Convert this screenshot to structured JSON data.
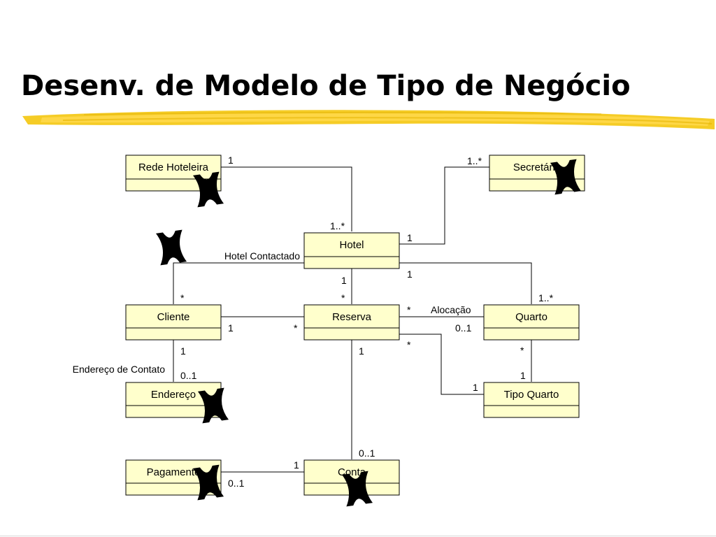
{
  "slide": {
    "title": "Desenv. de Modelo de Tipo de Negócio"
  },
  "colors": {
    "class_fill": "#ffffcc",
    "brush_stroke": "#f3c300",
    "cross_mark": "#ee1111"
  },
  "classes": {
    "rede_hoteleira": "Rede Hoteleira",
    "secretaria": "Secretária",
    "hotel": "Hotel",
    "cliente": "Cliente",
    "reserva": "Reserva",
    "quarto": "Quarto",
    "endereco": "Endereço",
    "tipo_quarto": "Tipo Quarto",
    "pagamento": "Pagamento",
    "conta": "Conta"
  },
  "associations": {
    "hotel_contactado": "Hotel Contactado",
    "alocacao": "Alocação",
    "endereco_contato": "Endereço de Contato"
  },
  "multiplicities": {
    "rede_hotel_rede": "1",
    "rede_hotel_hotel": "1..*",
    "secretaria_hotel_sec": "1..*",
    "secretaria_hotel_hotel": "1",
    "hotel_quarto_hotel": "1",
    "hotel_quarto_quarto": "1..*",
    "hotel_reserva_hotel": "1",
    "hotel_reserva_reserva": "*",
    "hotel_cliente_cliente": "*",
    "cliente_reserva_cliente": "1",
    "cliente_reserva_reserva": "*",
    "reserva_quarto_reserva": "*",
    "reserva_quarto_quarto": "0..1",
    "reserva_tipo_reserva": "*",
    "reserva_tipo_tipo": "1",
    "quarto_tipo_quarto": "*",
    "quarto_tipo_tipo": "1",
    "cliente_endereco_cliente": "1",
    "cliente_endereco_endereco": "0..1",
    "reserva_conta_reserva": "1",
    "reserva_conta_conta": "0..1",
    "pagamento_conta_conta": "1",
    "pagamento_conta_pagamento": "0..1"
  },
  "crossed_out": [
    "rede_hoteleira",
    "secretaria",
    "hotel_contactado_association",
    "endereco",
    "pagamento",
    "conta"
  ]
}
